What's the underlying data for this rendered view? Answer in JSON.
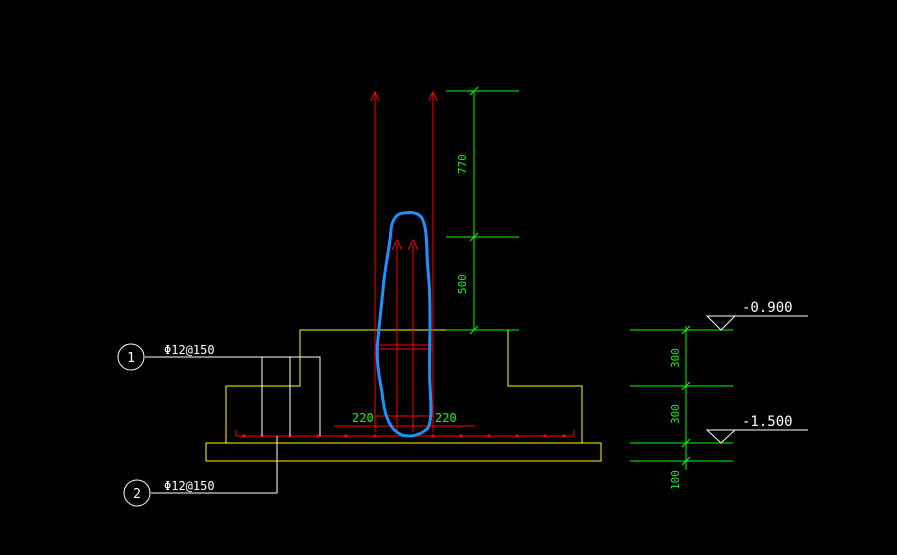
{
  "drawing": {
    "colors": {
      "background": "#000000",
      "concrete": "#ffff00",
      "rebar": "#ff0000",
      "dimension": "#00ff00",
      "annotation": "#ffffff",
      "highlight": "#1e90ff"
    }
  },
  "callouts": [
    {
      "number": "1",
      "spec": "Φ12@150"
    },
    {
      "number": "2",
      "spec": "Φ12@150"
    }
  ],
  "dimensions": {
    "column_upper": "770",
    "column_lower": "500",
    "cover_left": "220",
    "cover_right": "220",
    "level_gap_1": "300",
    "level_gap_2": "300",
    "level_gap_3": "100"
  },
  "levels": [
    {
      "value": "-0.900"
    },
    {
      "value": "-1.500"
    }
  ]
}
